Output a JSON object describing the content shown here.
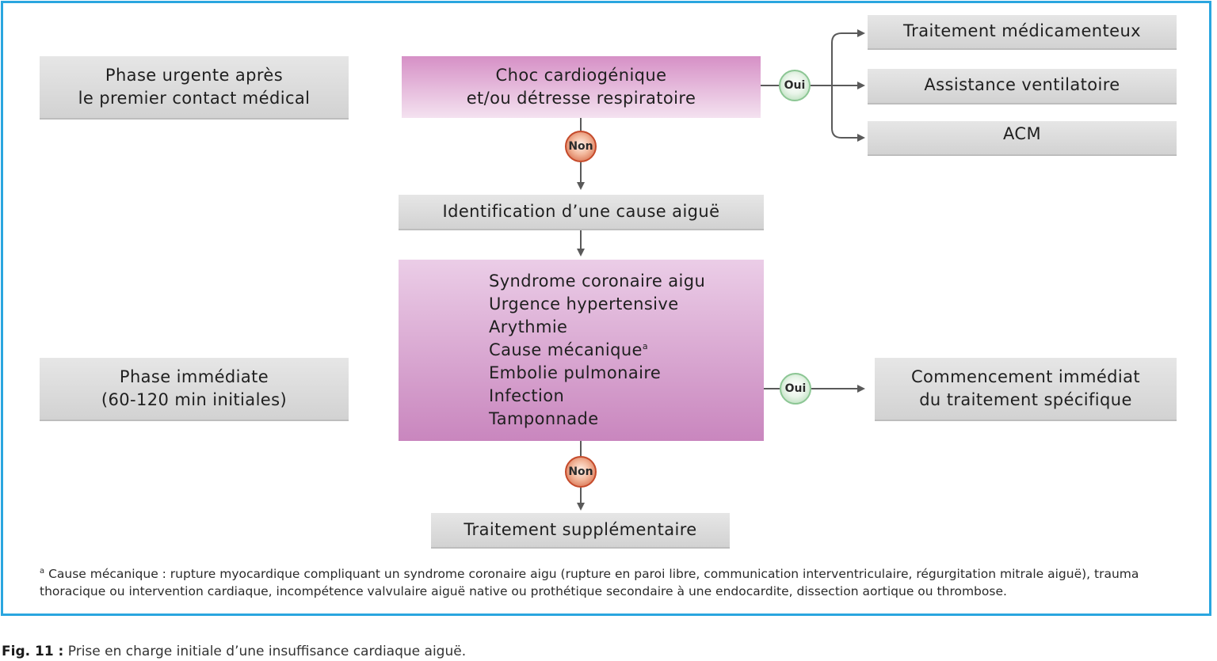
{
  "phases": {
    "urgent": [
      "Phase urgente après",
      "le premier contact médical"
    ],
    "immediate": [
      "Phase immédiate",
      "(60-120 min initiales)"
    ]
  },
  "nodes": {
    "choc": [
      "Choc cardiogénique",
      "et/ou détresse respiratoire"
    ],
    "identification": "Identification d’une cause aiguë",
    "causes": [
      "Syndrome coronaire aigu",
      "Urgence hypertensive",
      "Arythmie",
      "Cause mécanique",
      "Embolie pulmonaire",
      "Infection",
      "Tamponnade"
    ],
    "causes_superscript": "a",
    "treatments": [
      "Traitement médicamenteux",
      "Assistance ventilatoire",
      "ACM"
    ],
    "specific": [
      "Commencement immédiat",
      "du traitement spécifique"
    ],
    "supplementary": "Traitement supplémentaire"
  },
  "badges": {
    "yes": "Oui",
    "no": "Non"
  },
  "footnote": {
    "marker": "a",
    "text": " Cause mécanique : rupture myocardique compliquant un syndrome coronaire aigu (rupture en paroi libre, communication interventriculaire, régurgitation mitrale aiguë), trauma thoracique ou intervention cardiaque, incompétence valvulaire aiguë native ou prothétique secondaire à une endocardite, dissection aortique ou thrombose."
  },
  "caption": {
    "label": "Fig. 11 :",
    "text": " Prise en charge initiale d’une insuffisance cardiaque aiguë."
  },
  "colors": {
    "frame": "#2aa6df",
    "gray_box": "#d9d9d9",
    "pink": "#d28bc4",
    "yes_badge": "#a9d7ad",
    "no_badge": "#cf5a37"
  }
}
